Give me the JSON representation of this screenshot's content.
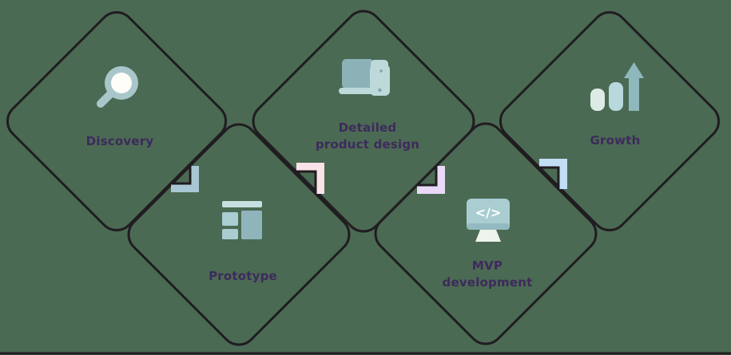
{
  "canvas": {
    "background": "#4b6a53",
    "outline": "#201d21",
    "label_color": "#3d2a5c"
  },
  "stages": [
    {
      "id": "discovery",
      "lines": [
        "Discovery"
      ],
      "icon": "magnifier-icon",
      "row": "top"
    },
    {
      "id": "prototype",
      "lines": [
        "Prototype"
      ],
      "icon": "wireframe-icon",
      "row": "bottom"
    },
    {
      "id": "detailed-product-design",
      "lines": [
        "Detailed",
        "product design"
      ],
      "icon": "devices-icon",
      "row": "top"
    },
    {
      "id": "mvp-development",
      "lines": [
        "MVP",
        "development"
      ],
      "icon": "code-monitor-icon",
      "row": "bottom"
    },
    {
      "id": "growth",
      "lines": [
        "Growth"
      ],
      "icon": "growth-bars-icon",
      "row": "top"
    }
  ],
  "connectors": [
    {
      "between": [
        "discovery",
        "prototype"
      ],
      "color": "#a9c6d4"
    },
    {
      "between": [
        "prototype",
        "detailed-product-design"
      ],
      "color": "#fae3e8"
    },
    {
      "between": [
        "detailed-product-design",
        "mvp-development"
      ],
      "color": "#e9d9f7"
    },
    {
      "between": [
        "mvp-development",
        "growth"
      ],
      "color": "#c4ddf6"
    }
  ],
  "icon_colors": {
    "ring": "#a9c7cb",
    "lens": "#fffdf8",
    "wire_light": "#c6dfe0",
    "wire_mid": "#a9cdd1",
    "wire_dark": "#8fb4bb",
    "device_dark": "#8cb2b8",
    "device_light": "#bdd9da",
    "device_dot": "#7fa6ad",
    "monitor": "#a9cdd1",
    "monitor_chin": "#93bac0",
    "monitor_stand": "#eef3ec",
    "code_white": "#ffffff",
    "bar_light": "#dcebe6",
    "bar_mid": "#b7d8dc",
    "bar_dark": "#8fb8bd"
  },
  "glyphs": {
    "code": "</>"
  }
}
